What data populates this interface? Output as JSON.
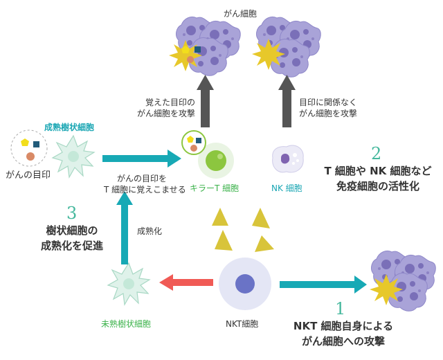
{
  "title_cancer_cells": "がん細胞",
  "label_mature_dc": "成熟樹状細胞",
  "label_cancer_mark": "がんの目印",
  "label_teach_tcell": [
    "がんの目印を",
    "T 細胞に覚えこませる"
  ],
  "label_killer_t": "キラーT 細胞",
  "label_nk": "NK 細胞",
  "label_remembered_attack": [
    "覚えた目印の",
    "がん細胞を攻撃"
  ],
  "label_nk_attack": [
    "目印に関係なく",
    "がん細胞を攻撃"
  ],
  "step2_number": "2",
  "step2_text": [
    "T 細胞や NK 細胞など",
    "免疫細胞の活性化"
  ],
  "step3_number": "3",
  "step3_text": [
    "樹状細胞の",
    "成熟化を促進"
  ],
  "label_maturation": "成熟化",
  "label_immature_dc": "未熟樹状細胞",
  "label_nkt": "NKT細胞",
  "step1_number": "1",
  "step1_text": [
    "NKT 細胞自身による",
    "がん細胞への攻撃"
  ],
  "colors": {
    "teal_arrow": "#17a9b5",
    "red_arrow": "#f05a55",
    "dark_arrow": "#555555",
    "yellow": "#d8c43a",
    "cancer_cell": "#a9a3d8",
    "cancer_nucleus": "#7a6fb8",
    "dendritic_cell": "#dff2ea",
    "nkt_outer": "#e4e6f5",
    "nkt_inner": "#6a73c6",
    "step_number": "#45b89d"
  }
}
